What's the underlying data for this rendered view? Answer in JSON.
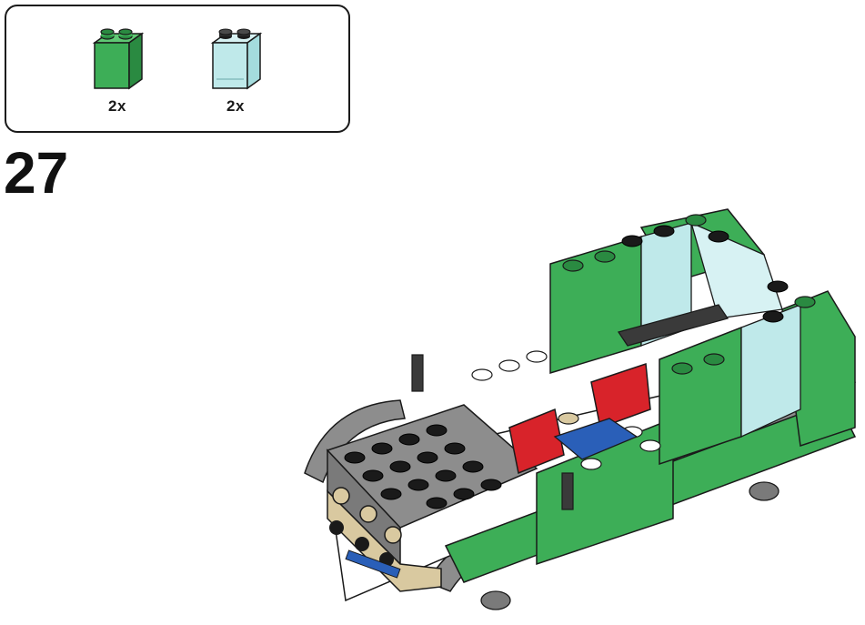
{
  "parts_list": {
    "items": [
      {
        "brick": "green-brick-1x2x2",
        "color": "#3dae57",
        "quantity": "2x"
      },
      {
        "brick": "transparent-light-blue-panel-1x2x2",
        "color": "#bfe9ea",
        "quantity": "2x"
      }
    ]
  },
  "step": {
    "number": "27"
  },
  "colors": {
    "green": "#3dae57",
    "green_dark": "#2a8a41",
    "trans_blue": "#bfe9ea",
    "dark_gray": "#3a3a3a",
    "light_gray": "#8d8d8d",
    "tan": "#d9c9a0",
    "red": "#d8232a",
    "blue": "#2a5fb8",
    "white": "#ffffff"
  }
}
